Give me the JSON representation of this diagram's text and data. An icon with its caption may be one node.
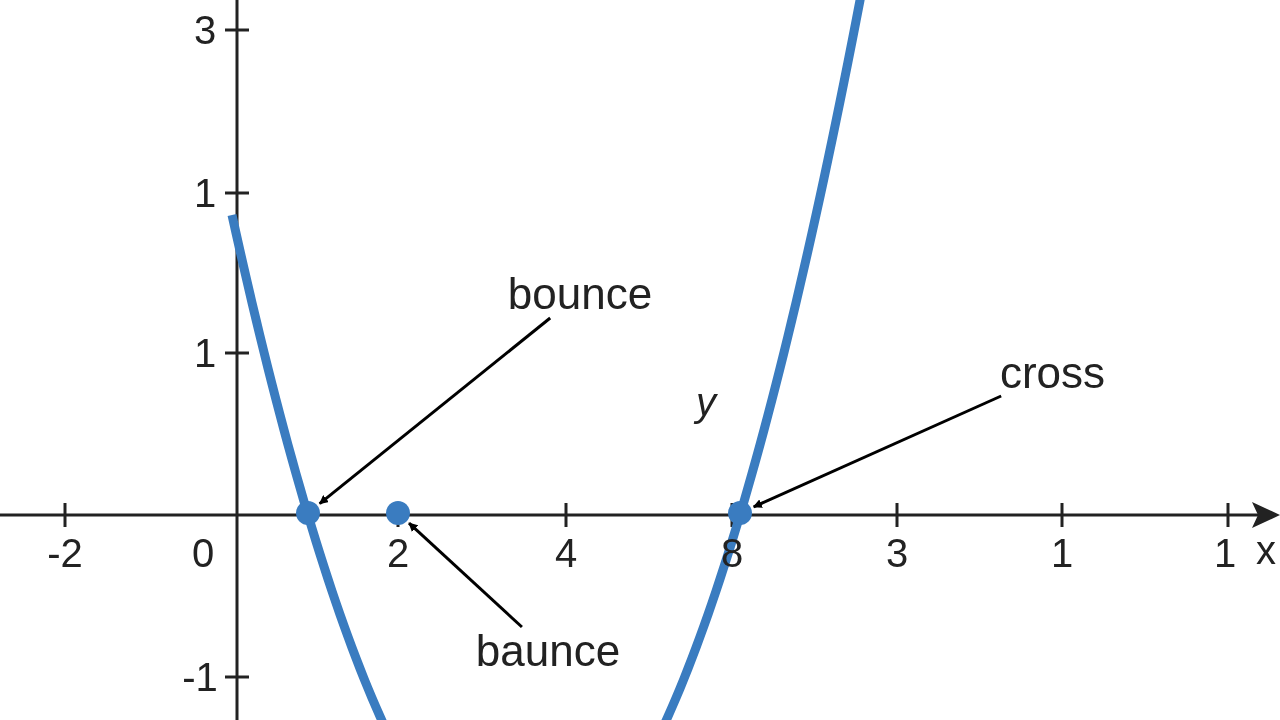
{
  "diagram": {
    "nodes": [
      {
        "text": [
          "bounce"
        ]
      },
      {
        "text": [],
        "shape": "circle"
      },
      {
        "text": [],
        "shape": "circle"
      },
      {
        "text": [],
        "shape": "circle"
      },
      {
        "text": [
          "cross"
        ]
      },
      {
        "text": [
          "baunce"
        ]
      }
    ],
    "edges": [
      {
        "from": 0,
        "to": 1,
        "arrow": "to"
      },
      {
        "from": 4,
        "to": 3,
        "arrow": "to"
      },
      {
        "from": 5,
        "to": 2,
        "arrow": "to"
      }
    ],
    "labels": [
      "3",
      "1",
      "1",
      "-1",
      "-2",
      "0",
      "2",
      "4",
      "8",
      "3",
      "1",
      "1",
      "x",
      "y"
    ]
  }
}
